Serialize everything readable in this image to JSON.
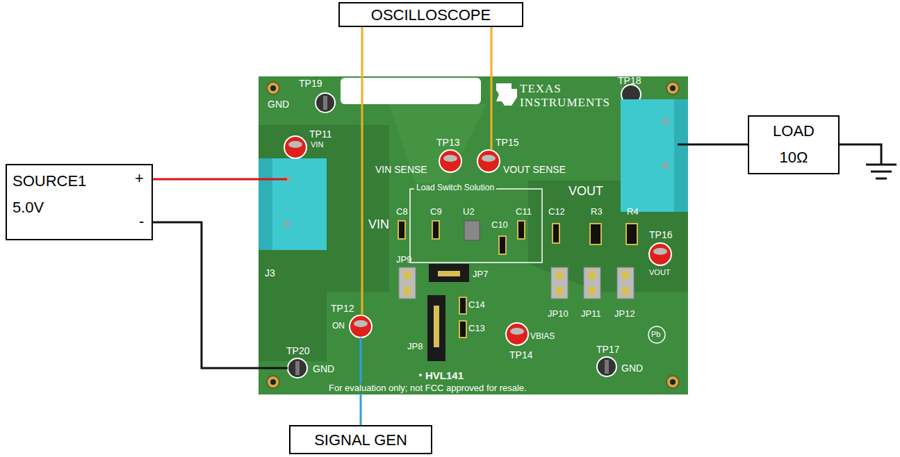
{
  "diagram": {
    "nodes": [
      {
        "text": [
          "OSCILLOSCOPE"
        ]
      },
      {
        "text": [
          "SOURCE1",
          "5.0V",
          "+",
          "-"
        ]
      },
      {
        "text": [
          "LOAD",
          "10Ω"
        ]
      },
      {
        "text": [
          "SIGNAL GEN"
        ]
      }
    ],
    "labels": [
      "TP19",
      "GND",
      "TP18",
      "TEXAS INSTRUMENTS",
      "TP11",
      "VIN",
      "TP13",
      "TP15",
      "VIN SENSE",
      "VOUT SENSE",
      "Load Switch Solution",
      "VOUT",
      "C8",
      "C9",
      "U2",
      "C11",
      "C10",
      "C12",
      "R3",
      "R4",
      "TP16",
      "VOUT",
      "VIN",
      "J3",
      "JP9",
      "JP7",
      "TP12",
      "ON",
      "C14",
      "C13",
      "JP8",
      "VBIAS",
      "TP14",
      "JP10",
      "JP11",
      "JP12",
      "Pb",
      "TP17",
      "GND",
      "TP20",
      "GND",
      "HVL141",
      "For evaluation only; not FCC approved for resale."
    ]
  }
}
